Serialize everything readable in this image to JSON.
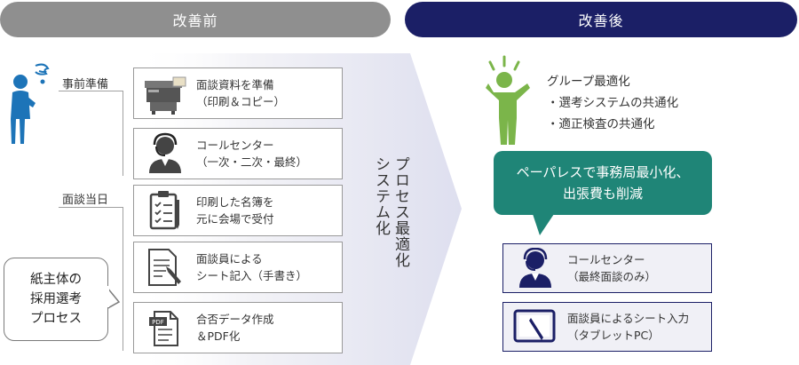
{
  "header": {
    "before": "改善前",
    "after": "改善後"
  },
  "before": {
    "stage_prep": "事前準備",
    "stage_day": "面談当日",
    "steps": [
      {
        "line1": "面談資料を準備",
        "line2": "（印刷＆コピー）",
        "icon": "copier-icon"
      },
      {
        "line1": "コールセンター",
        "line2": "（一次・二次・最終）",
        "icon": "operator-icon"
      },
      {
        "line1": "印刷した名簿を",
        "line2": "元に会場で受付",
        "icon": "clipboard-icon"
      },
      {
        "line1": "面談員による",
        "line2": "シート記入（手書き）",
        "icon": "handwriting-icon"
      },
      {
        "line1": "合否データ作成",
        "line2": "＆PDF化",
        "icon": "pdf-icon"
      }
    ],
    "callout": {
      "line1": "紙主体の",
      "line2": "採用選考",
      "line3": "プロセス"
    }
  },
  "arrow_text": {
    "line1": "プロセス最適化",
    "line2": "システム化"
  },
  "after": {
    "points": {
      "line1": "グループ最適化",
      "line2": "・選考システムの共通化",
      "line3": "・適正検査の共通化"
    },
    "bubble": {
      "line1": "ペーパレスで事務局最小化、",
      "line2": "出張費も削減"
    },
    "boxes": [
      {
        "line1": "コールセンター",
        "line2": "（最終面談のみ）",
        "icon": "operator-icon"
      },
      {
        "line1": "面談員によるシート入力",
        "line2": "（タブレットPC）",
        "icon": "tablet-icon"
      }
    ]
  },
  "colors": {
    "gray_header": "#8f8f8f",
    "navy": "#1b1f66",
    "teal": "#1f8577",
    "person_blue": "#1d74b8",
    "person_green": "#7bb54a"
  }
}
